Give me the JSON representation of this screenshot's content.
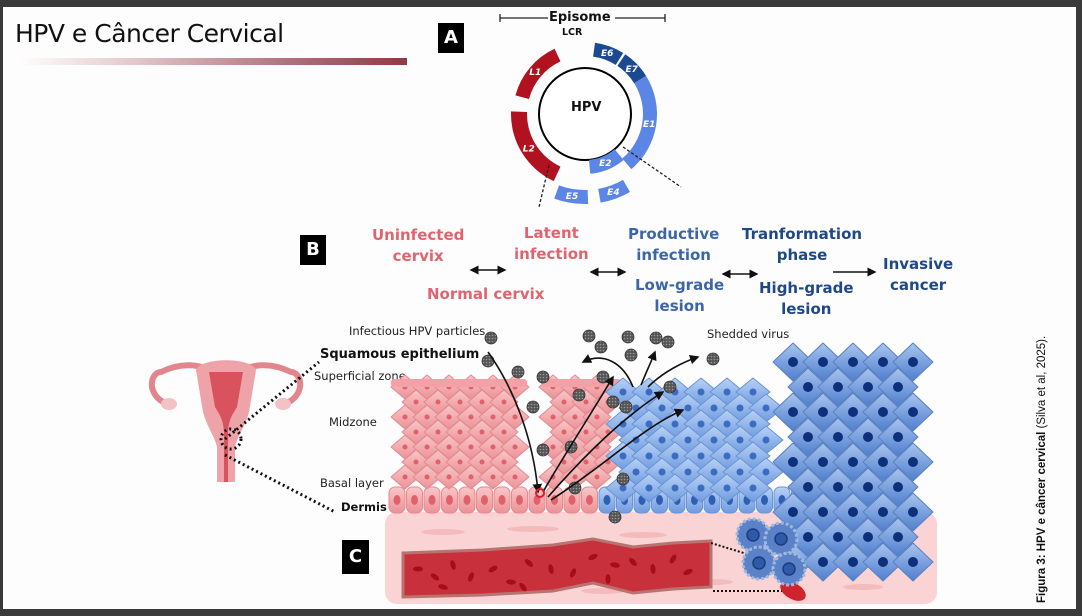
{
  "slide": {
    "title": "HPV e Câncer Cervical",
    "caption_bold": "Figura 3: HPV e câncer cervical",
    "caption_rest": " (Silva et al, 2025)."
  },
  "panel_a": {
    "label": "A",
    "episome_label": "Episome",
    "lcr_label": "LCR",
    "center_label": "HPV",
    "genes": [
      {
        "name": "E6",
        "color": "#1c4a91"
      },
      {
        "name": "E7",
        "color": "#1c4a91"
      },
      {
        "name": "E1",
        "color": "#5b86e6"
      },
      {
        "name": "E2",
        "color": "#5b86e6"
      },
      {
        "name": "E4",
        "color": "#5b86e6"
      },
      {
        "name": "E5",
        "color": "#5b86e6"
      },
      {
        "name": "L2",
        "color": "#b1121f"
      },
      {
        "name": "L1",
        "color": "#b1121f"
      }
    ]
  },
  "panel_b": {
    "label": "B",
    "stages": [
      {
        "top": "Uninfected cervix",
        "bottom": "Normal cervix"
      },
      {
        "top": "Latent infection",
        "bottom": ""
      },
      {
        "top": "Productive infection",
        "bottom": "Low-grade lesion"
      },
      {
        "top": "Tranformation phase",
        "bottom": "High-grade lesion"
      },
      {
        "top": "Invasive cancer",
        "bottom": ""
      }
    ],
    "stage_lines": {
      "uninfected_1": "Uninfected",
      "uninfected_2": "cervix",
      "normal": "Normal cervix",
      "latent_1": "Latent",
      "latent_2": "infection",
      "productive_1": "Productive",
      "productive_2": "infection",
      "lowgrade_1": "Low-grade",
      "lowgrade_2": "lesion",
      "transform_1": "Tranformation",
      "transform_2": "phase",
      "highgrade_1": "High-grade",
      "highgrade_2": "lesion",
      "invasive_1": "Invasive",
      "invasive_2": "cancer"
    },
    "labels": {
      "infectious": "Infectious HPV particles",
      "squamous": "Squamous epithelium",
      "superficial": "Superficial zone",
      "midzone": "Midzone",
      "basal": "Basal layer",
      "dermis": "Dermis",
      "shedded": "Shedded virus"
    }
  },
  "panel_c": {
    "label": "C"
  },
  "colors": {
    "pink_text": "#e0646f",
    "blue_text": "#3d66a8",
    "dark_blue_text": "#1f4887",
    "early_gene": "#5b86e6",
    "early_gene_dark": "#1c4a91",
    "late_gene": "#b1121f"
  }
}
